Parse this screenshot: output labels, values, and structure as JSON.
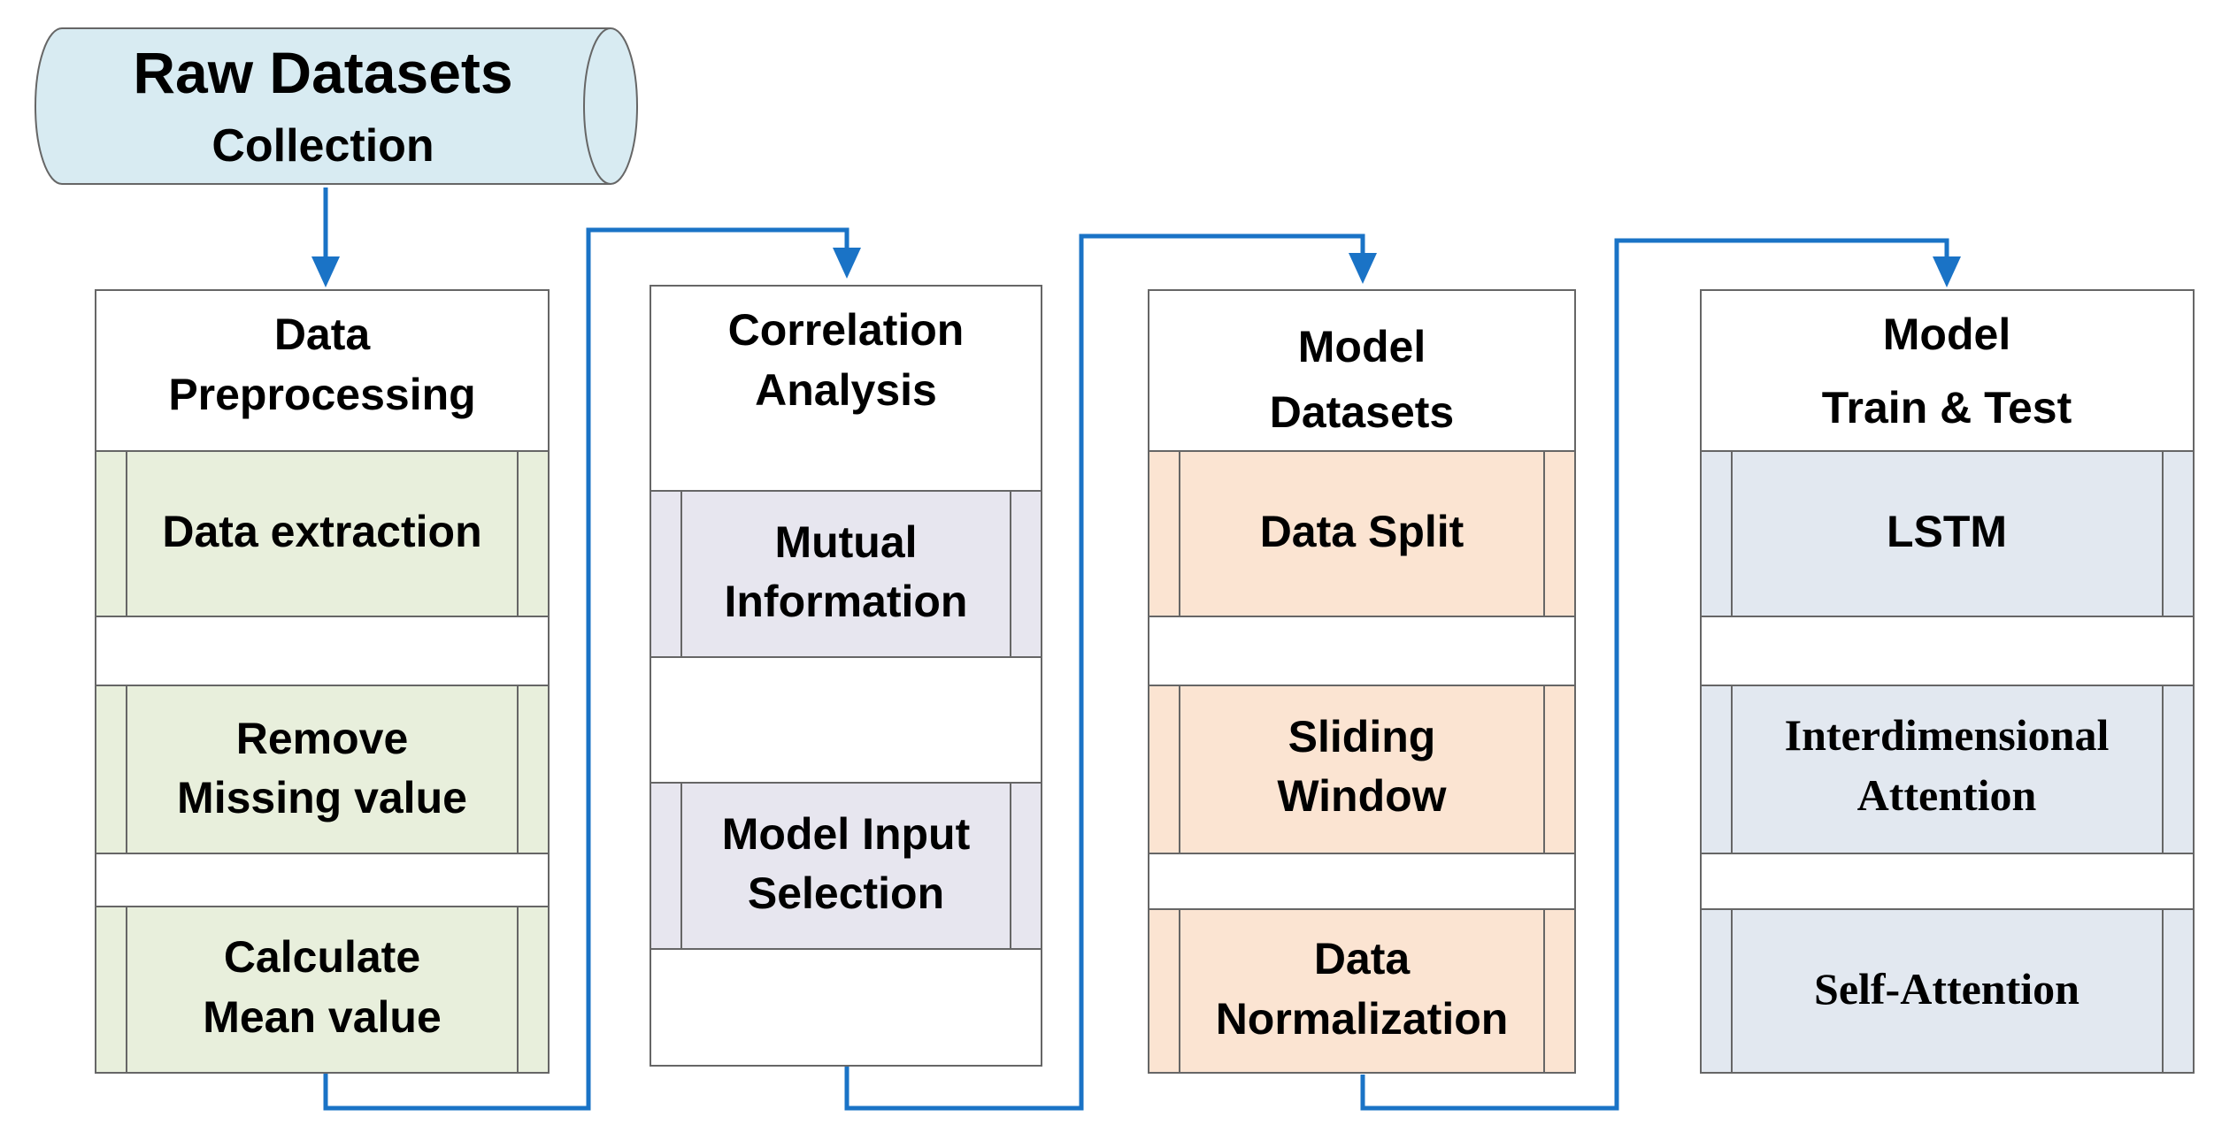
{
  "colors": {
    "connector": "#1a73c6",
    "cylinder_fill": "#d8ebf2",
    "preprocessing_fill": "#e8efdc",
    "correlation_fill": "#e7e6ef",
    "datasets_fill": "#fbe4d2",
    "train_fill": "#e2e8f0"
  },
  "source": {
    "title": "Raw Datasets",
    "subtitle": "Collection"
  },
  "stages": [
    {
      "title_lines": [
        "Data",
        "Preprocessing"
      ],
      "steps": [
        [
          "Data extraction"
        ],
        [
          "Remove",
          "Missing value"
        ],
        [
          "Calculate",
          "Mean value"
        ]
      ]
    },
    {
      "title_lines": [
        "Correlation",
        "Analysis"
      ],
      "steps": [
        [
          "Mutual",
          "Information"
        ],
        [
          "Model Input",
          "Selection"
        ]
      ]
    },
    {
      "title_lines": [
        "Model",
        "Datasets"
      ],
      "steps": [
        [
          "Data Split"
        ],
        [
          "Sliding",
          "Window"
        ],
        [
          "Data",
          "Normalization"
        ]
      ]
    },
    {
      "title_lines": [
        "Model",
        "Train & Test"
      ],
      "steps": [
        [
          "LSTM"
        ],
        [
          "Interdimensional",
          "Attention"
        ],
        [
          "Self-Attention"
        ]
      ]
    }
  ]
}
